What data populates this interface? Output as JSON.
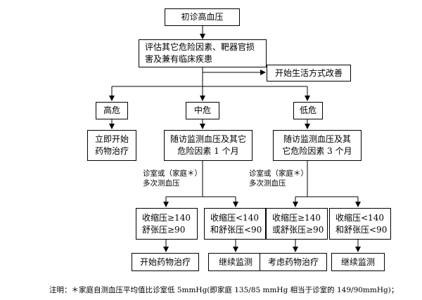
{
  "flowchart": {
    "start": "初诊高血压",
    "assess": "评估其它危险因素、靶器官损\n害及兼有临床疾患",
    "lifestyle": "开始生活方式改善",
    "high": "高危",
    "mid": "中危",
    "low": "低危",
    "high_action": "立即开始\n药物治疗",
    "mid_follow": "随访监测血压及其它\n危险因素 1 个月",
    "low_follow": "随访监测血压及其\n它危险因素 3 个月",
    "mid_measure_label": "诊室或（家庭＊）\n多次测血压",
    "low_measure_label": "诊室或（家庭＊）\n多次测血压",
    "mid_criteria_high": "收缩压≥140\n舒张压≥90",
    "mid_criteria_low": "收缩压<140\n和舒张压<90",
    "low_criteria_high": "收缩压≥140\n或舒张压≥90",
    "low_criteria_low": "收缩压<140\n和舒张压<90",
    "mid_result_high": "开始药物治疗",
    "mid_result_low": "继续监测",
    "low_result_high": "考虑药物治疗",
    "low_result_low": "继续监测"
  },
  "footnote": "注明：＊家庭自测血压平均值比诊室低 5mmHg(即家庭 135/85 mmHg 相当于诊室的 149/90mmHg)；"
}
